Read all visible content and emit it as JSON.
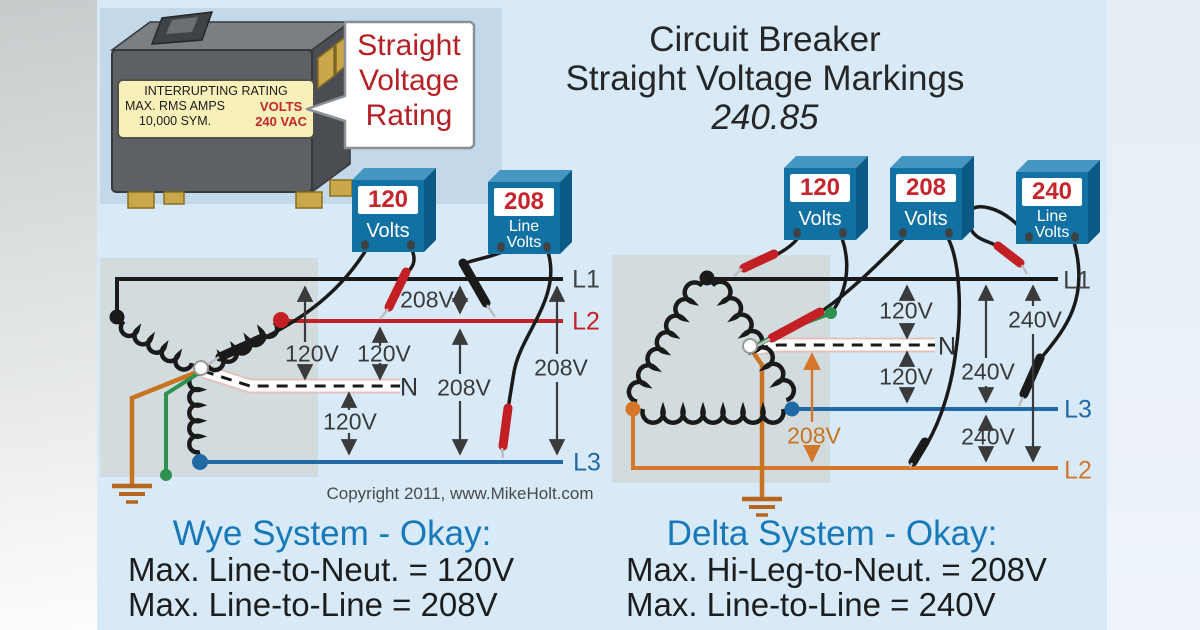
{
  "title": {
    "line1": "Circuit Breaker",
    "line2": "Straight Voltage Markings",
    "line3": "240.85"
  },
  "callout": {
    "text": "Straight Voltage Rating"
  },
  "breaker_label": {
    "line1": "INTERRUPTING RATING",
    "left1": "MAX. RMS AMPS",
    "left2": "10,000 SYM.",
    "right1": "VOLTS",
    "right2": "240 VAC"
  },
  "wye": {
    "meter_120": {
      "value": "120",
      "unit": "Volts"
    },
    "meter_208": {
      "value": "208",
      "unit1": "Line",
      "unit2": "Volts"
    },
    "labels": {
      "l1": "L1",
      "l2": "L2",
      "n": "N",
      "l3": "L3"
    },
    "measurements": {
      "l1_n": "120V",
      "l2_n": "120V",
      "n_l3": "120V",
      "l1_l2": "208V",
      "l2_l3": "208V",
      "l1_l3": "208V"
    },
    "caption": {
      "title": "Wye System - Okay:",
      "line1": "Max. Line-to-Neut. = 120V",
      "line2": "Max. Line-to-Line = 208V"
    }
  },
  "delta": {
    "meter_120": {
      "value": "120",
      "unit": "Volts"
    },
    "meter_208": {
      "value": "208",
      "unit": "Volts"
    },
    "meter_240": {
      "value": "240",
      "unit1": "Line",
      "unit2": "Volts"
    },
    "labels": {
      "l1": "L1",
      "n": "N",
      "l3": "L3",
      "l2": "L2"
    },
    "measurements": {
      "l1_n": "120V",
      "n_l3": "120V",
      "l1_l3": "240V",
      "l3_l2": "240V",
      "l1_l2": "240V",
      "hileg_n": "208V"
    },
    "caption": {
      "title": "Delta System - Okay:",
      "line1": "Max. Hi-Leg-to-Neut. = 208V",
      "line2": "Max. Line-to-Line = 240V"
    }
  },
  "footer": {
    "copyright": "Copyright 2011, www.MikeHolt.com"
  },
  "colors": {
    "background": "#d8eaf7",
    "meter_blue": "#1271a3",
    "heading_blue": "#1779b8",
    "line_red": "#c32026",
    "line_blue": "#2069a5",
    "line_orange": "#d4772a",
    "callout_red": "#b52025",
    "ground_orange": "#b5651d",
    "wire_green": "#2e9150"
  }
}
